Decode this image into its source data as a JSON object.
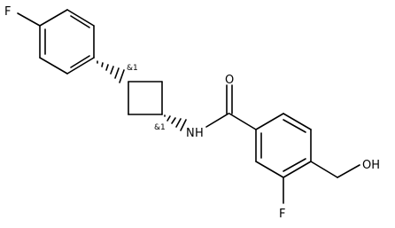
{
  "molecule": {
    "atoms": {
      "f_top": "F",
      "nh": "N",
      "nh_h": "H",
      "o_carbonyl": "O",
      "f_ring": "F",
      "oh": "OH"
    },
    "stereo_labels": {
      "c1": "&1",
      "c3": "&1"
    }
  }
}
